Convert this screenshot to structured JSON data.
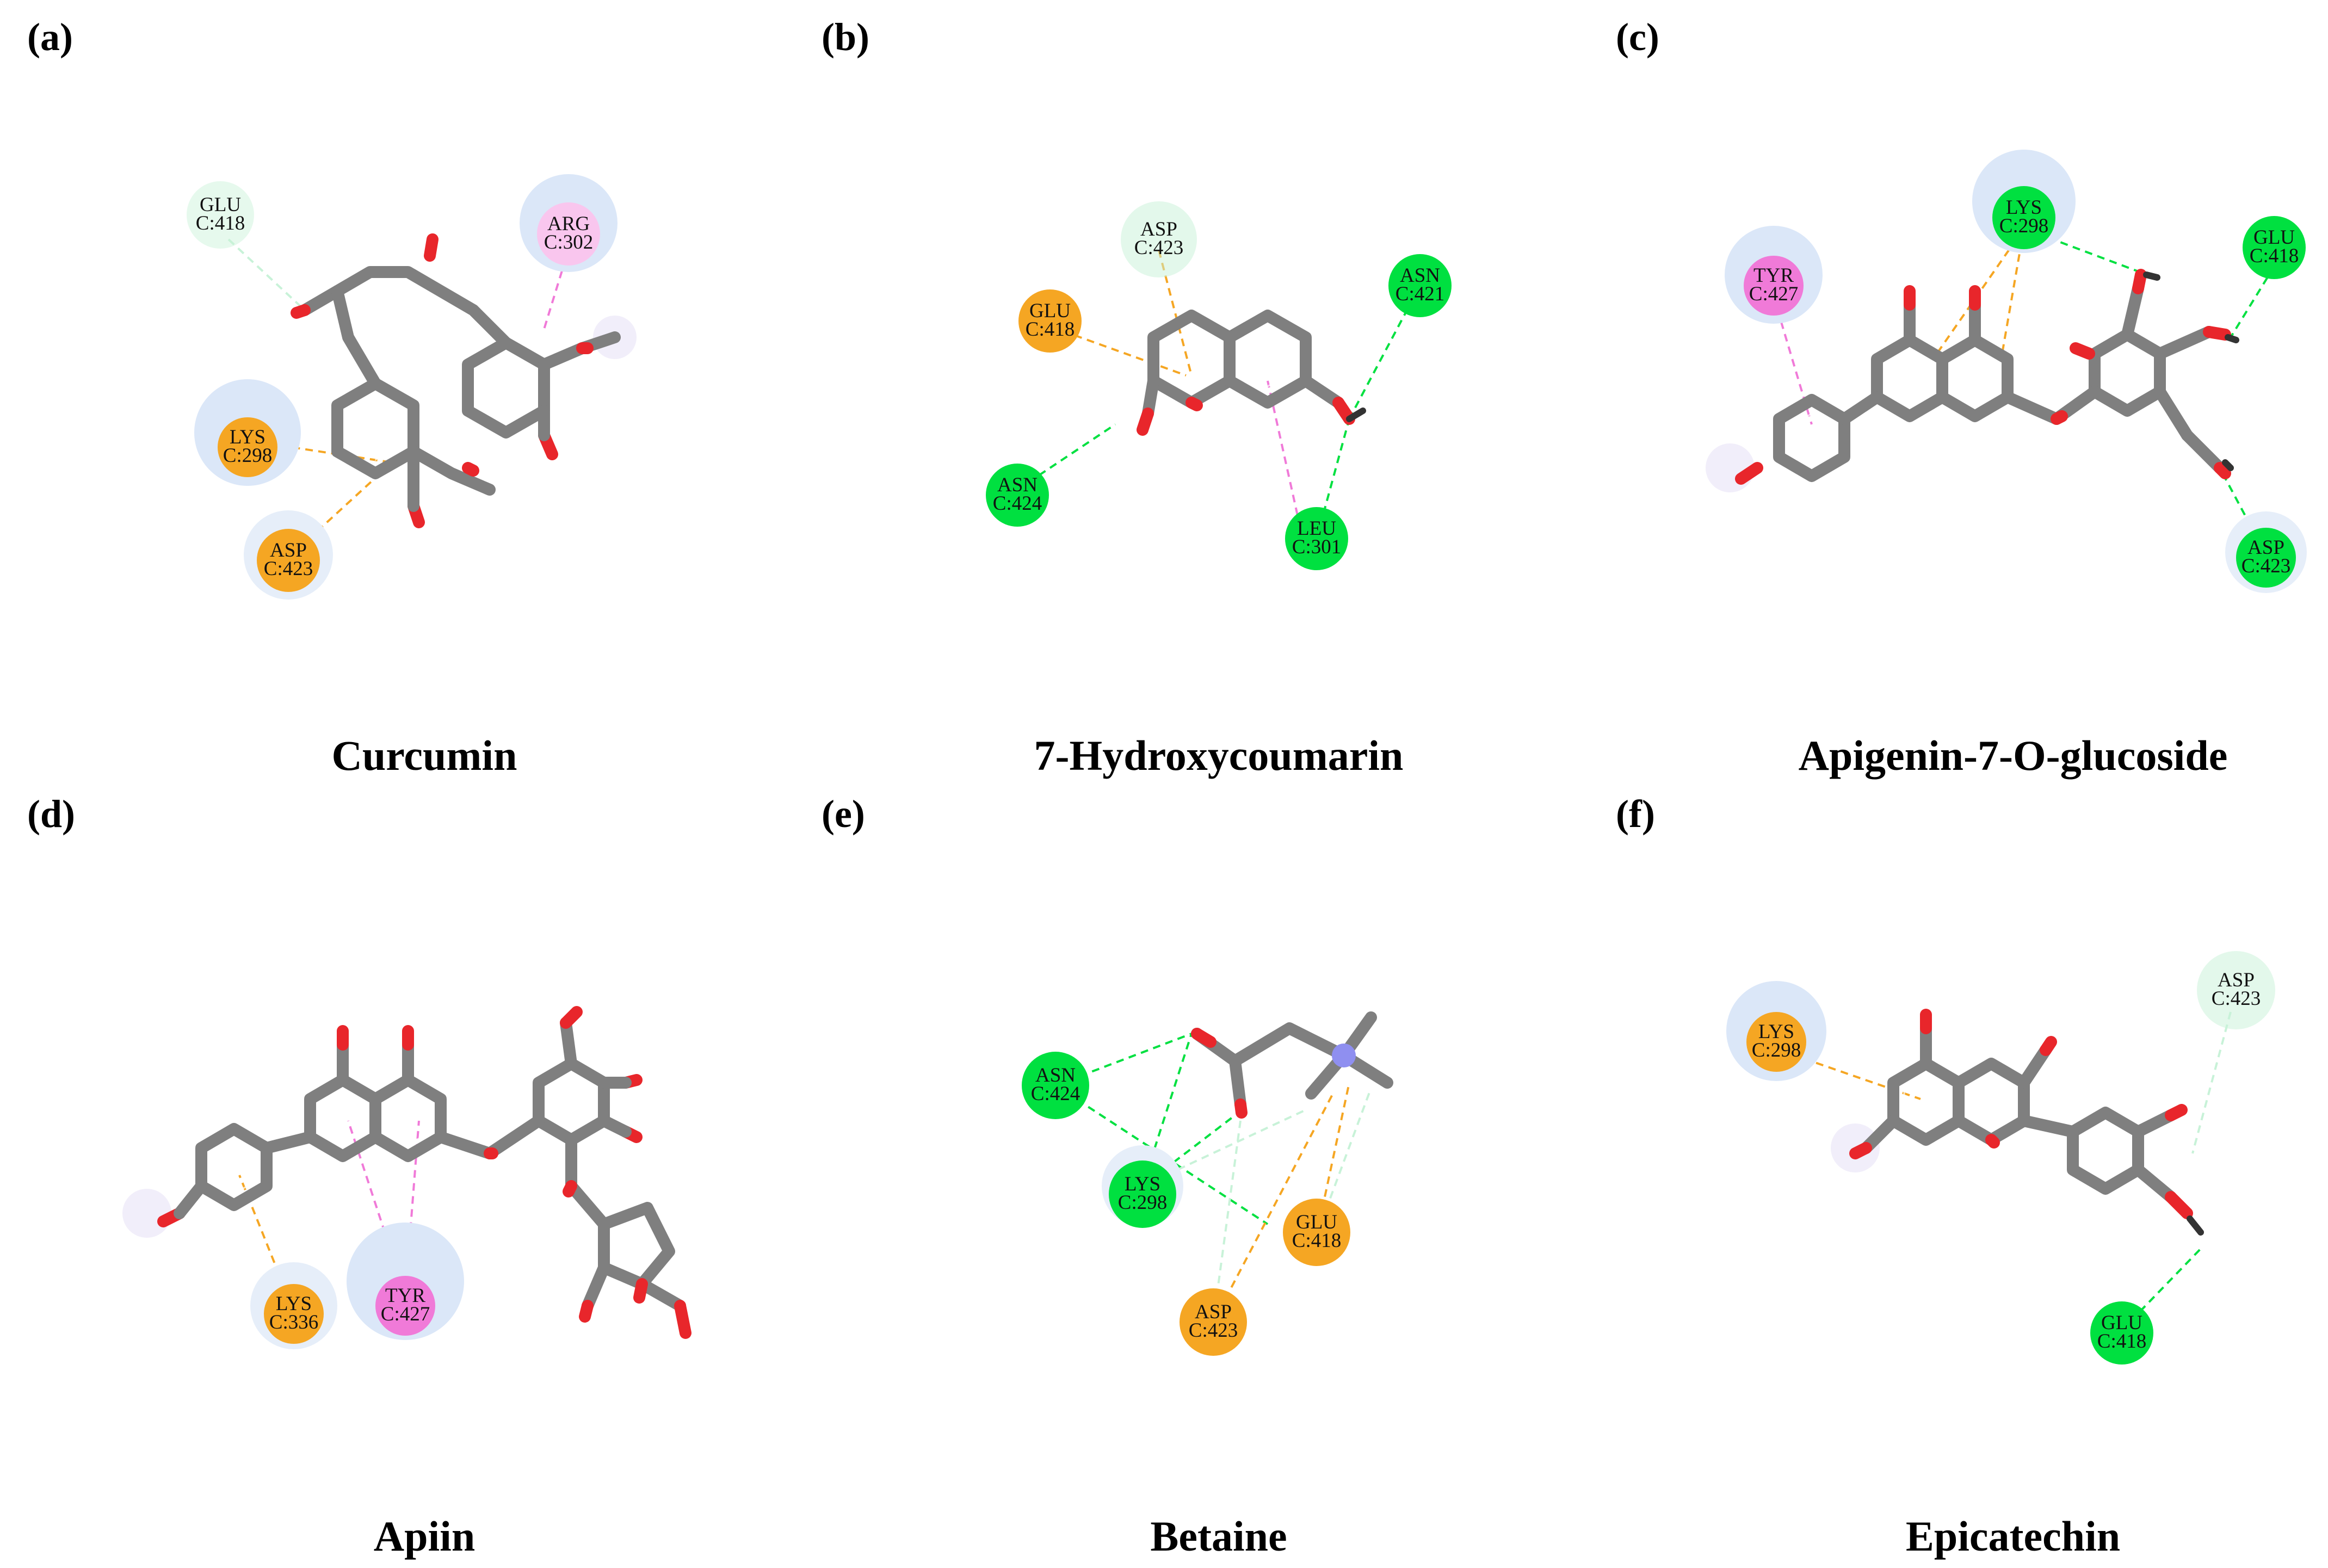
{
  "colors": {
    "bond": "#7f7f7f",
    "oxygen": "#e8262b",
    "nitrogen": "#8f8ff0",
    "hydrogen": "#ffffff",
    "conventional_hbond": "#00e040",
    "carbon_hbond": "#c8f2d8",
    "pi_cation_anion": "#f5a623",
    "pi_pi": "#f07ad8",
    "halo": "#dbe7f8"
  },
  "panels": [
    {
      "id": "a",
      "letter": "(a)",
      "caption": "Curcumin",
      "residues": [
        {
          "name": "GLU",
          "chain": "C:418",
          "type": "carbon_hbond"
        },
        {
          "name": "ARG",
          "chain": "C:302",
          "type": "pi_pi"
        },
        {
          "name": "LYS",
          "chain": "C:298",
          "type": "pi_cation_anion"
        },
        {
          "name": "ASP",
          "chain": "C:423",
          "type": "pi_cation_anion"
        }
      ]
    },
    {
      "id": "b",
      "letter": "(b)",
      "caption": "7-Hydroxycoumarin",
      "residues": [
        {
          "name": "ASP",
          "chain": "C:423",
          "type": "carbon_hbond"
        },
        {
          "name": "GLU",
          "chain": "C:418",
          "type": "pi_cation_anion"
        },
        {
          "name": "ASN",
          "chain": "C:421",
          "type": "conventional_hbond"
        },
        {
          "name": "ASN",
          "chain": "C:424",
          "type": "conventional_hbond"
        },
        {
          "name": "LEU",
          "chain": "C:301",
          "type": "conventional_hbond"
        }
      ]
    },
    {
      "id": "c",
      "letter": "(c)",
      "caption": "Apigenin-7-O-glucoside",
      "residues": [
        {
          "name": "LYS",
          "chain": "C:298",
          "type": "conventional_hbond"
        },
        {
          "name": "TYR",
          "chain": "C:427",
          "type": "pi_pi"
        },
        {
          "name": "GLU",
          "chain": "C:418",
          "type": "conventional_hbond"
        },
        {
          "name": "ASP",
          "chain": "C:423",
          "type": "conventional_hbond"
        }
      ]
    },
    {
      "id": "d",
      "letter": "(d)",
      "caption": "Apiin",
      "residues": [
        {
          "name": "LYS",
          "chain": "C:336",
          "type": "pi_cation_anion"
        },
        {
          "name": "TYR",
          "chain": "C:427",
          "type": "pi_pi"
        }
      ]
    },
    {
      "id": "e",
      "letter": "(e)",
      "caption": "Betaine",
      "residues": [
        {
          "name": "ASN",
          "chain": "C:424",
          "type": "conventional_hbond"
        },
        {
          "name": "LYS",
          "chain": "C:298",
          "type": "conventional_hbond"
        },
        {
          "name": "GLU",
          "chain": "C:418",
          "type": "pi_cation_anion"
        },
        {
          "name": "ASP",
          "chain": "C:423",
          "type": "pi_cation_anion"
        }
      ]
    },
    {
      "id": "f",
      "letter": "(f)",
      "caption": "Epicatechin",
      "residues": [
        {
          "name": "LYS",
          "chain": "C:298",
          "type": "pi_cation_anion"
        },
        {
          "name": "ASP",
          "chain": "C:423",
          "type": "carbon_hbond"
        },
        {
          "name": "GLU",
          "chain": "C:418",
          "type": "conventional_hbond"
        }
      ]
    }
  ]
}
